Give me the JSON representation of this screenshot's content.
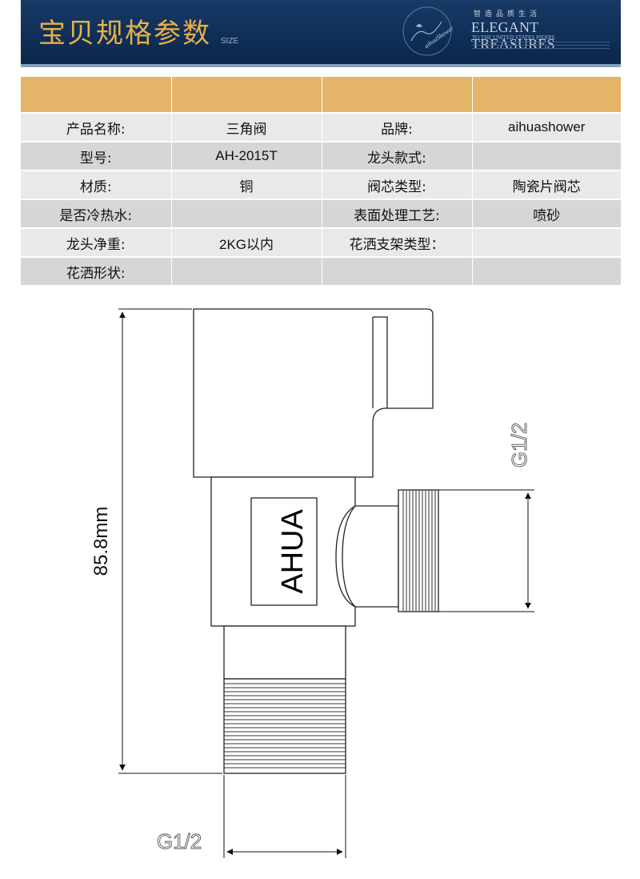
{
  "banner": {
    "title": "宝贝规格参数",
    "title_en": "SIZE",
    "brand_cn": "智造品质生活",
    "brand_en": "ELEGANT TREASURES",
    "brand_sub": "TO THE UNITED STATES PIERRE",
    "emblem_text": "aihuaShower"
  },
  "spec_table": {
    "rows": [
      [
        "产品名称:",
        "三角阀",
        "品牌:",
        "aihuashower"
      ],
      [
        "型号:",
        "AH-2015T",
        "龙头款式:",
        ""
      ],
      [
        "材质:",
        "铜",
        "阀芯类型:",
        "陶瓷片阀芯"
      ],
      [
        "是否冷热水:",
        "",
        "表面处理工艺:",
        "喷砂"
      ],
      [
        "龙头净重:",
        "2KG以内",
        "花洒支架类型：",
        ""
      ],
      [
        "花洒形状:",
        "",
        "",
        ""
      ]
    ]
  },
  "drawing": {
    "height_label": "85.8mm",
    "outlet_label": "G1/2",
    "inlet_label": "G1/2",
    "body_label": "AHUA"
  },
  "colors": {
    "banner_bg": "#0f2f58",
    "title_gold": "#e8b04a",
    "table_header": "#e4b469",
    "row_light": "#e9e9e9",
    "row_dark": "#d6d6d6"
  }
}
